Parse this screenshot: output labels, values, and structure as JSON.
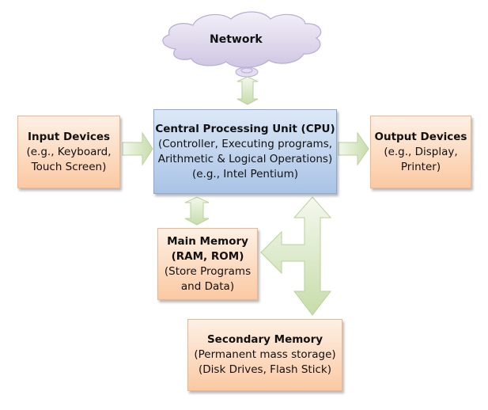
{
  "network": {
    "label": "Network"
  },
  "cpu": {
    "title": "Central Processing Unit (CPU)",
    "lines": [
      "(Controller, Executing programs,",
      "Arithmetic & Logical Operations)",
      "(e.g., Intel Pentium)"
    ]
  },
  "input": {
    "title": "Input Devices",
    "lines": [
      "(e.g., Keyboard,",
      "Touch Screen)"
    ]
  },
  "output": {
    "title": "Output Devices",
    "lines": [
      "(e.g., Display,",
      "Printer)"
    ]
  },
  "main_memory": {
    "title_lines": [
      "Main Memory",
      "(RAM, ROM)"
    ],
    "lines": [
      "(Store Programs",
      "and Data)"
    ]
  },
  "secondary_memory": {
    "title": "Secondary Memory",
    "lines": [
      "(Permanent mass storage)",
      "(Disk Drives, Flash Stick)"
    ]
  },
  "colors": {
    "box_orange": "#fbc9a3",
    "box_blue": "#a9c3e6",
    "arrow_green": "#d6e6bf",
    "cloud": "#ddd6ec"
  }
}
